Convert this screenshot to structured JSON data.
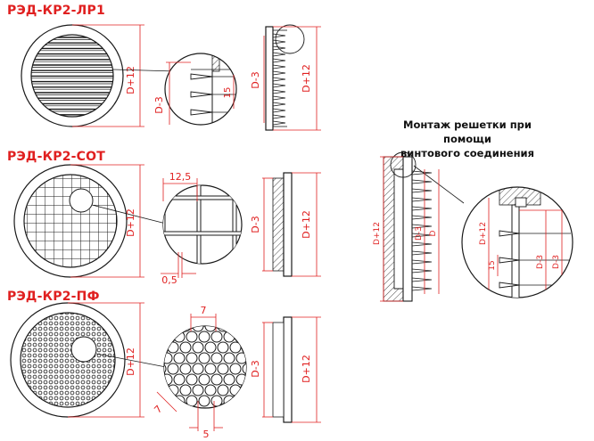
{
  "colors": {
    "title": "#e02020",
    "dimension": "#e02020",
    "stroke": "#1a1a1a"
  },
  "sections": [
    {
      "title": "РЭД-КР2-ЛР1"
    },
    {
      "title": "РЭД-КР2-СОТ"
    },
    {
      "title": "РЭД-КР2-ПФ"
    }
  ],
  "labels": {
    "d_plus_12": "D+12",
    "d_minus_3": "D-3",
    "d": "D",
    "fifteen": "15",
    "cell_width": "12,5",
    "wire": "0,5",
    "hole_pitch": "7",
    "hole_diag": "7",
    "hole_diam": "5"
  },
  "caption": {
    "line1": "Монтаж решетки при помощи",
    "line2": "винтового соединения"
  }
}
